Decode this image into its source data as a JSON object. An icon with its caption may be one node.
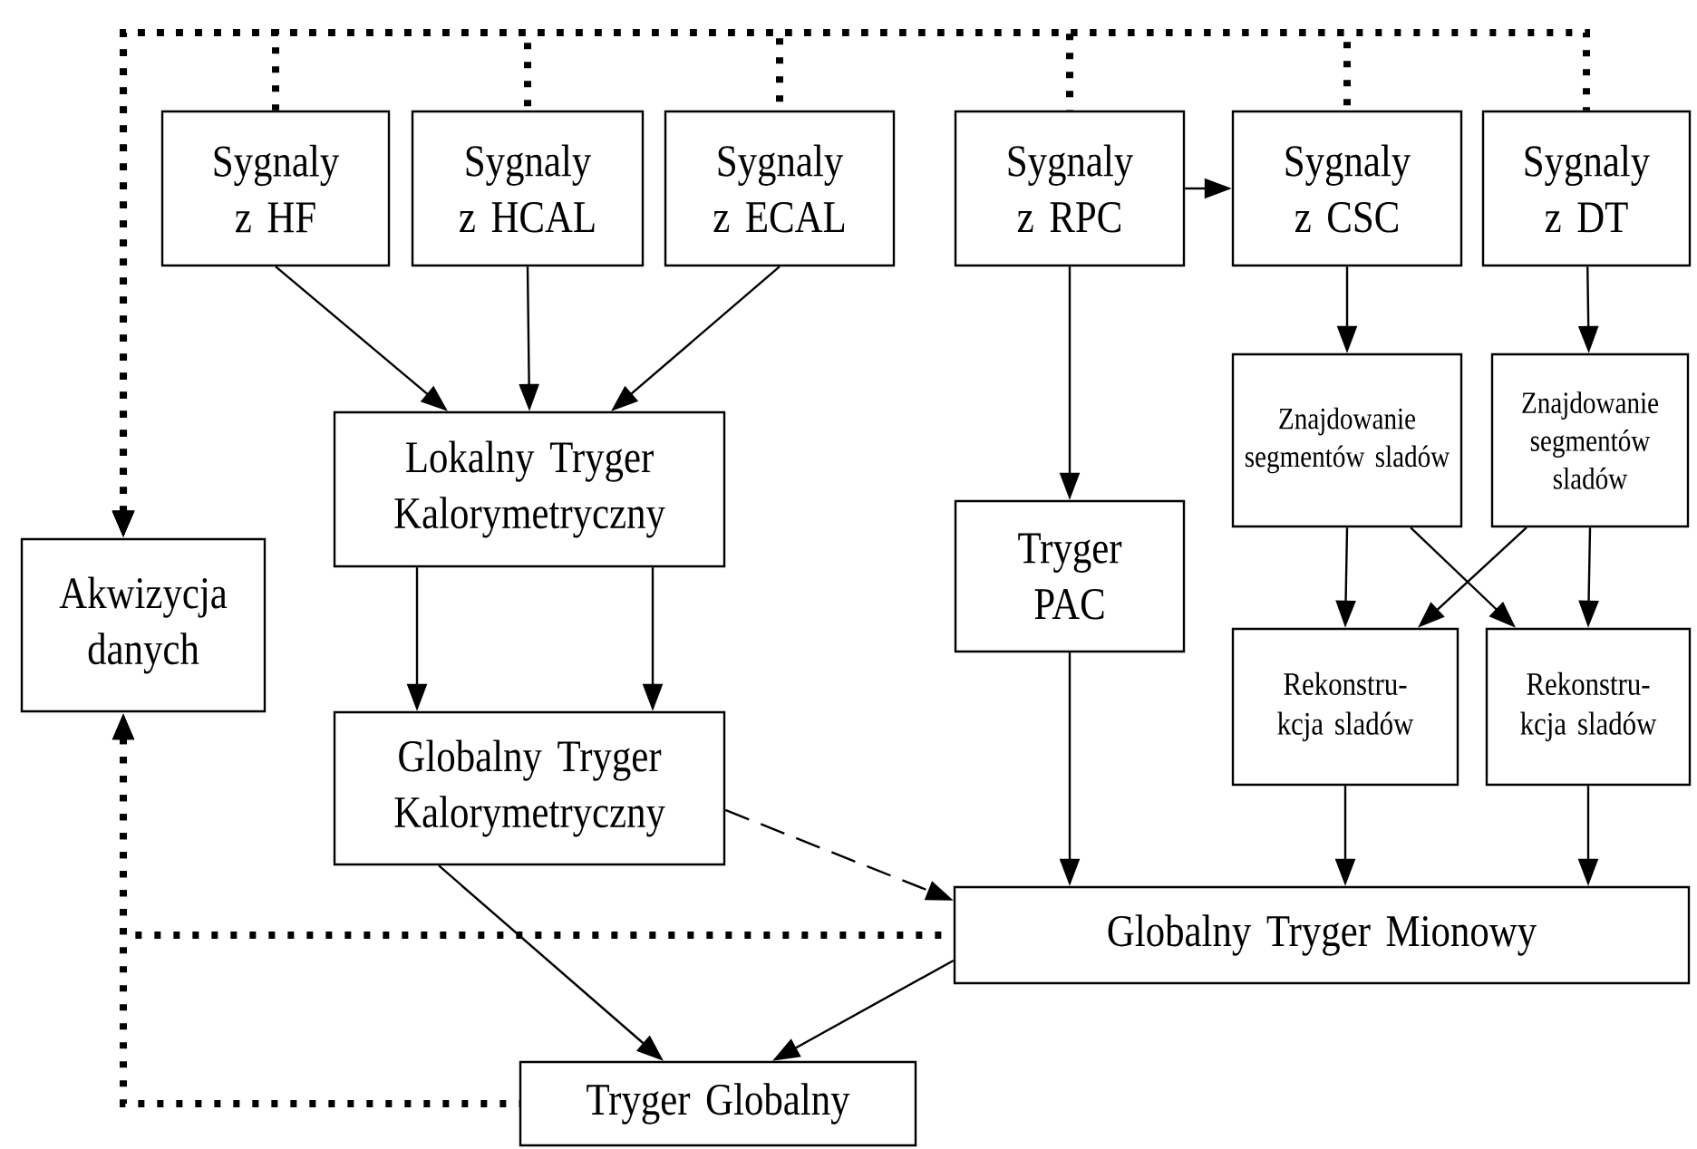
{
  "diagram": {
    "nodes": [
      {
        "text": [
          "Sygnaly z HF"
        ]
      },
      {
        "text": [
          "Sygnaly z HCAL"
        ]
      },
      {
        "text": [
          "Sygnaly z ECAL"
        ]
      },
      {
        "text": [
          "Sygnaly z RPC"
        ]
      },
      {
        "text": [
          "Sygnaly z CSC"
        ]
      },
      {
        "text": [
          "Sygnaly z DT"
        ]
      },
      {
        "text": [
          "Znajdowanie segmentów sladów"
        ]
      },
      {
        "text": [
          "Znajdowanie segmentów sladów"
        ]
      },
      {
        "text": [
          "Lokalny Tryger Kalorymetryczny"
        ]
      },
      {
        "text": [
          "Akwizycja danych"
        ]
      },
      {
        "text": [
          "Tryger PAC"
        ]
      },
      {
        "text": [
          "Rekonstru- kcja sladów"
        ]
      },
      {
        "text": [
          "Rekonstru- kcja sladów"
        ]
      },
      {
        "text": [
          "Globalny Tryger Kalorymetryczny"
        ]
      },
      {
        "text": [
          "Globalny Tryger Mionowy"
        ]
      },
      {
        "text": [
          "Tryger Globalny"
        ]
      }
    ],
    "edges": [
      {
        "from": 0,
        "to": 9,
        "arrow": "to",
        "style": "dashed"
      },
      {
        "from": 1,
        "to": 9,
        "arrow": "to",
        "style": "dashed"
      },
      {
        "from": 2,
        "to": 9,
        "arrow": "to",
        "style": "dashed"
      },
      {
        "from": 3,
        "to": 9,
        "arrow": "to",
        "style": "dashed"
      },
      {
        "from": 4,
        "to": 9,
        "arrow": "to",
        "style": "dashed"
      },
      {
        "from": 5,
        "to": 9,
        "arrow": "to",
        "style": "dashed"
      },
      {
        "from": 14,
        "to": 9,
        "arrow": "to",
        "style": "dashed"
      },
      {
        "from": 15,
        "to": 9,
        "arrow": "to",
        "style": "dashed"
      },
      {
        "from": 0,
        "to": 8,
        "arrow": "to"
      },
      {
        "from": 1,
        "to": 8,
        "arrow": "to"
      },
      {
        "from": 2,
        "to": 8,
        "arrow": "to"
      },
      {
        "from": 3,
        "to": 4,
        "arrow": "to"
      },
      {
        "from": 3,
        "to": 10,
        "arrow": "to"
      },
      {
        "from": 4,
        "to": 6,
        "arrow": "to"
      },
      {
        "from": 5,
        "to": 7,
        "arrow": "to"
      },
      {
        "from": 8,
        "to": 13,
        "arrow": "to"
      },
      {
        "from": 8,
        "to": 13,
        "arrow": "to"
      },
      {
        "from": 6,
        "to": 11,
        "arrow": "to"
      },
      {
        "from": 6,
        "to": 12,
        "arrow": "to"
      },
      {
        "from": 7,
        "to": 11,
        "arrow": "to"
      },
      {
        "from": 7,
        "to": 12,
        "arrow": "to"
      },
      {
        "from": 10,
        "to": 14,
        "arrow": "to"
      },
      {
        "from": 11,
        "to": 14,
        "arrow": "to"
      },
      {
        "from": 12,
        "to": 14,
        "arrow": "to"
      },
      {
        "from": 13,
        "to": 14,
        "arrow": "to",
        "style": "dashed"
      },
      {
        "from": 13,
        "to": 15,
        "arrow": "to"
      },
      {
        "from": 14,
        "to": 15,
        "arrow": "to"
      }
    ]
  }
}
